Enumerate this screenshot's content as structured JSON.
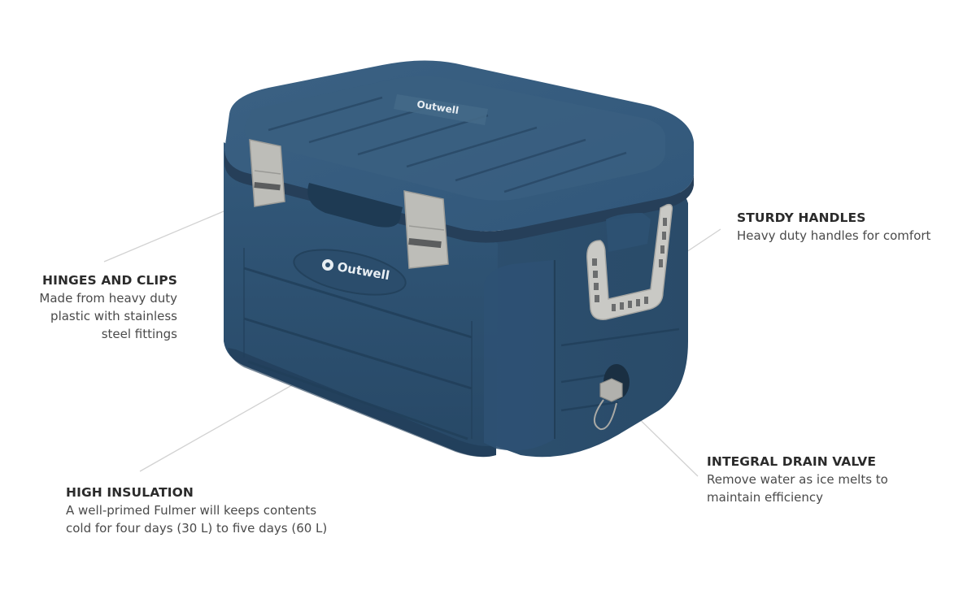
{
  "product": {
    "name": "Outwell Fulmer cool box",
    "brand_logo_text": "Outwell",
    "body_color": "#2f5373",
    "body_shadow_color": "#24425c",
    "lid_color": "#355a7b",
    "accent_grey": "#b9bab6",
    "leader_line_color": "#d4d4d4"
  },
  "callouts": [
    {
      "id": "hinges-and-clips",
      "title": "HINGES AND CLIPS",
      "lines": [
        "Made from heavy duty",
        "plastic with stainless",
        "steel fittings"
      ]
    },
    {
      "id": "sturdy-handles",
      "title": "STURDY HANDLES",
      "lines": [
        "Heavy duty handles for comfort"
      ]
    },
    {
      "id": "integral-drain-valve",
      "title": "INTEGRAL DRAIN VALVE",
      "lines": [
        "Remove water as ice melts to",
        "maintain efficiency"
      ]
    },
    {
      "id": "high-insulation",
      "title": "HIGH INSULATION",
      "lines": [
        "A well-primed Fulmer will keeps contents",
        "cold for four days (30 L) to five days (60 L)"
      ]
    }
  ]
}
